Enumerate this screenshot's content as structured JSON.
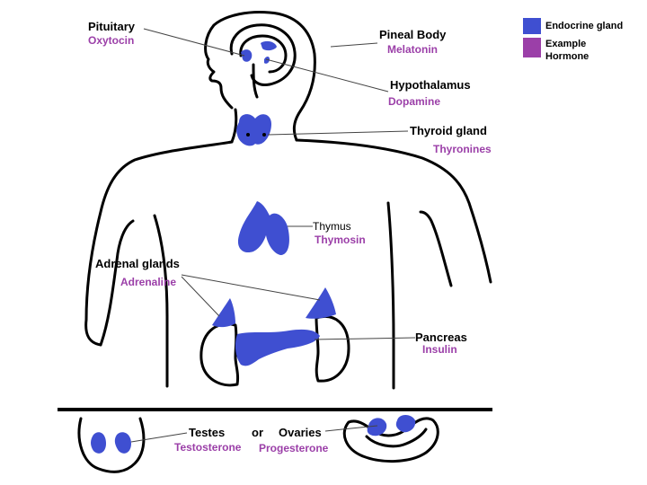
{
  "legend": {
    "gland_label": "Endocrine gland",
    "hormone_label_line1": "Example",
    "hormone_label_line2": "Hormone",
    "gland_color": "#3f4fd1",
    "hormone_color": "#9b3fa8"
  },
  "labels": {
    "pituitary": {
      "gland": "Pituitary",
      "hormone": "Oxytocin"
    },
    "pineal": {
      "gland": "Pineal Body",
      "hormone": "Melatonin"
    },
    "hypothalamus": {
      "gland": "Hypothalamus",
      "hormone": "Dopamine"
    },
    "thyroid": {
      "gland": "Thyroid gland",
      "hormone": "Thyronines"
    },
    "thymus": {
      "gland": "Thymus",
      "hormone": "Thymosin"
    },
    "adrenal": {
      "gland": "Adrenal glands",
      "hormone": "Adrenaline"
    },
    "pancreas": {
      "gland": "Pancreas",
      "hormone": "Insulin"
    },
    "testes": {
      "gland": "Testes",
      "hormone": "Testosterone"
    },
    "connector": "or",
    "ovaries": {
      "gland": "Ovaries",
      "hormone": "Progesterone"
    }
  }
}
